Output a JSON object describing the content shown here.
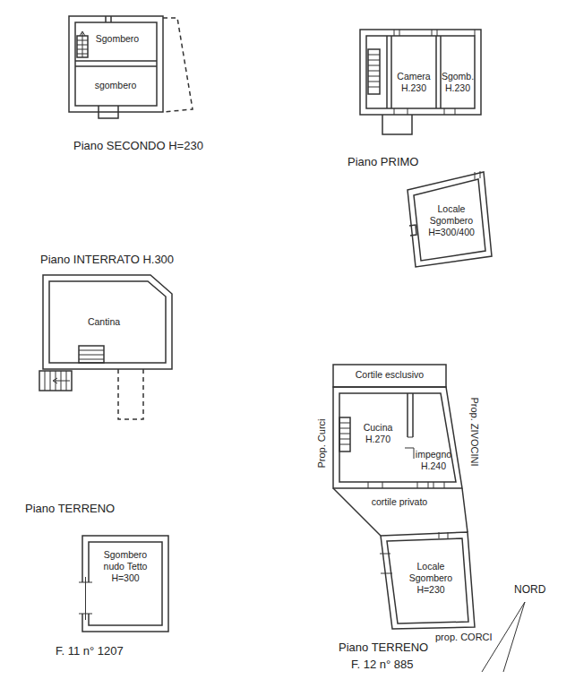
{
  "diagram": {
    "nodes": [
      {
        "text": [
          "Sgombero"
        ]
      },
      {
        "text": [
          "sgombero"
        ]
      },
      {
        "text": [
          "Camera H.230"
        ]
      },
      {
        "text": [
          "Sgomb. H.230"
        ]
      },
      {
        "text": [
          "Locale Sgombero H=300/400"
        ]
      },
      {
        "text": [
          "Cantina"
        ]
      },
      {
        "text": [
          "Cortile esclusivo"
        ]
      },
      {
        "text": [
          "Cucina H.270"
        ]
      },
      {
        "text": [
          "impegno H.240"
        ]
      },
      {
        "text": [
          "cortile privato"
        ]
      },
      {
        "text": [
          "Sgombero nudo Tetto H=300"
        ]
      },
      {
        "text": [
          "Locale Sgombero H=230"
        ]
      }
    ],
    "labels": [
      "Piano SECONDO H=230",
      "Piano PRIMO",
      "Piano INTERRATO H.300",
      "Piano TERRENO",
      "F. 11 n° 1207",
      "Prop. Curci",
      "Prop. ZIVOCINI",
      "prop. CORCI",
      "NORD",
      "Piano TERRENO",
      "F. 12 n° 885"
    ]
  }
}
